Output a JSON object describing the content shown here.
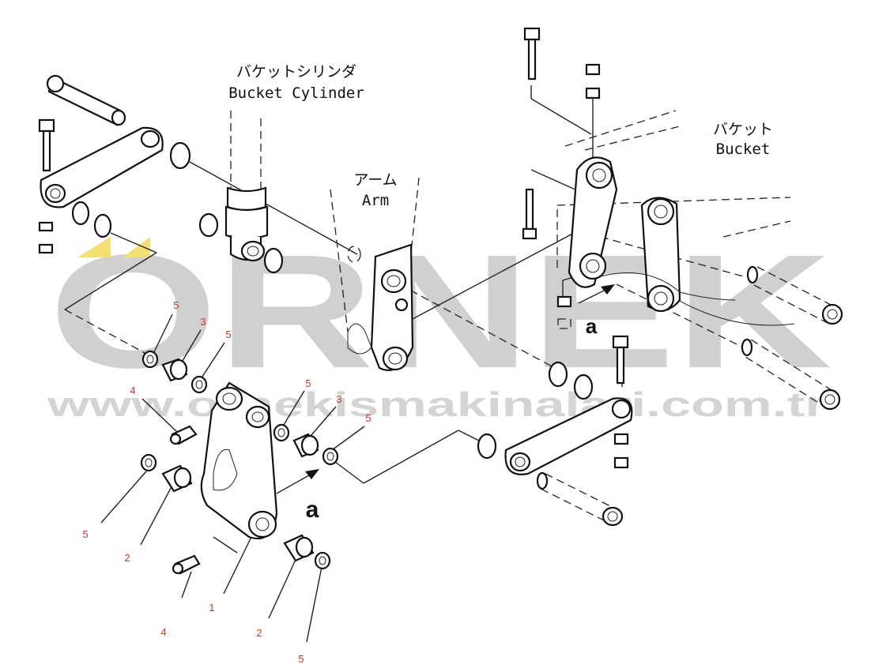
{
  "labels": {
    "bucket_cylinder_jp": "バケットシリンダ",
    "bucket_cylinder_en": "Bucket Cylinder",
    "arm_jp": "アーム",
    "arm_en": "Arm",
    "bucket_jp": "バケット",
    "bucket_en": "Bucket",
    "view_marker": "a"
  },
  "watermark": {
    "brand": "ORNEK",
    "url": "www.ornekismakinalari.com.tr"
  },
  "callouts": [
    "5",
    "3",
    "5",
    "4",
    "5",
    "3",
    "5",
    "5",
    "2",
    "4",
    "1",
    "2",
    "5"
  ],
  "colors": {
    "line": "#222222",
    "callout": "#c0392b",
    "watermark": "#d0d0d0",
    "watermark_accent": "#f3df74"
  }
}
